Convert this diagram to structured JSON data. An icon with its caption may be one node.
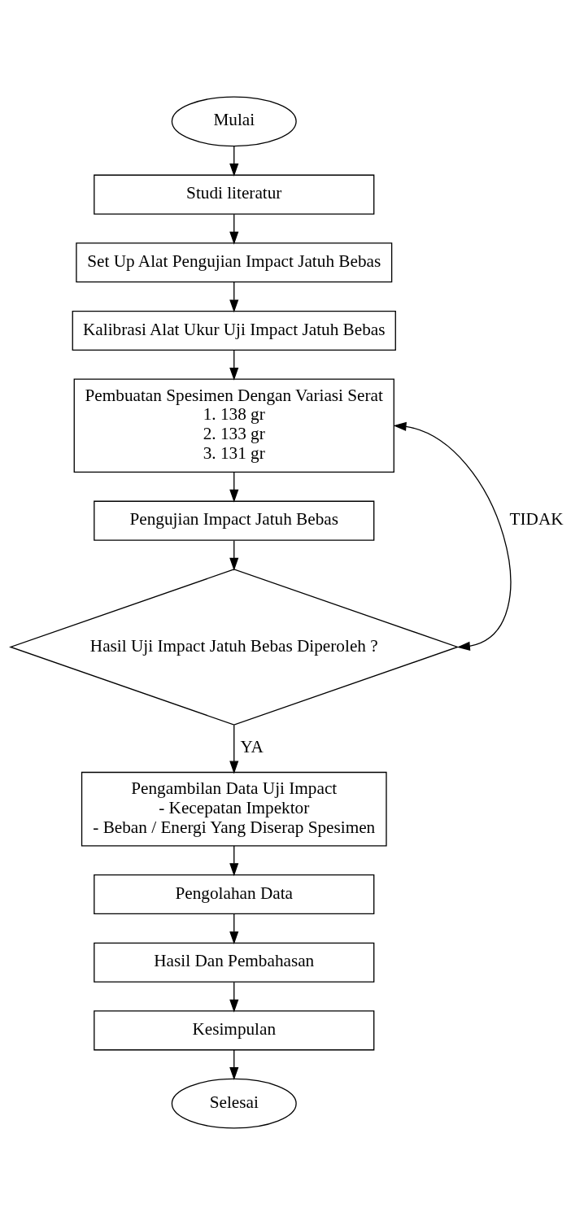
{
  "diagram": {
    "nodes": [
      {
        "text": [
          "Mulai"
        ]
      },
      {
        "text": [
          "Studi literatur"
        ]
      },
      {
        "text": [
          "Set Up Alat Pengujian Impact Jatuh Bebas"
        ]
      },
      {
        "text": [
          "Kalibrasi Alat Ukur Uji Impact Jatuh Bebas"
        ]
      },
      {
        "text": [
          "Pembuatan Spesimen Dengan Variasi Serat",
          "1. 138 gr",
          "2. 133 gr",
          "3. 131 gr"
        ]
      },
      {
        "text": [
          "Pengujian Impact Jatuh Bebas"
        ]
      },
      {
        "text": [
          "Hasil Uji Impact Jatuh Bebas Diperoleh ?"
        ]
      },
      {
        "text": [
          "Pengambilan Data Uji Impact",
          "- Kecepatan Impektor",
          "- Beban / Energi Yang Diserap Spesimen"
        ]
      },
      {
        "text": [
          "Pengolahan Data"
        ]
      },
      {
        "text": [
          "Hasil Dan Pembahasan"
        ]
      },
      {
        "text": [
          "Kesimpulan"
        ]
      },
      {
        "text": [
          "Selesai"
        ]
      }
    ],
    "edges": [
      {
        "from": 0,
        "to": 1,
        "arrow": "to"
      },
      {
        "from": 1,
        "to": 2,
        "arrow": "to"
      },
      {
        "from": 2,
        "to": 3,
        "arrow": "to"
      },
      {
        "from": 3,
        "to": 4,
        "arrow": "to"
      },
      {
        "from": 4,
        "to": 5,
        "arrow": "to"
      },
      {
        "from": 5,
        "to": 6,
        "arrow": "to"
      },
      {
        "from": 6,
        "to": 4,
        "arrow": "both",
        "label": "TIDAK"
      },
      {
        "from": 6,
        "to": 7,
        "arrow": "to",
        "label": "YA"
      },
      {
        "from": 7,
        "to": 8,
        "arrow": "to"
      },
      {
        "from": 8,
        "to": 9,
        "arrow": "to"
      },
      {
        "from": 9,
        "to": 10,
        "arrow": "to"
      },
      {
        "from": 10,
        "to": 11,
        "arrow": "to"
      }
    ]
  }
}
